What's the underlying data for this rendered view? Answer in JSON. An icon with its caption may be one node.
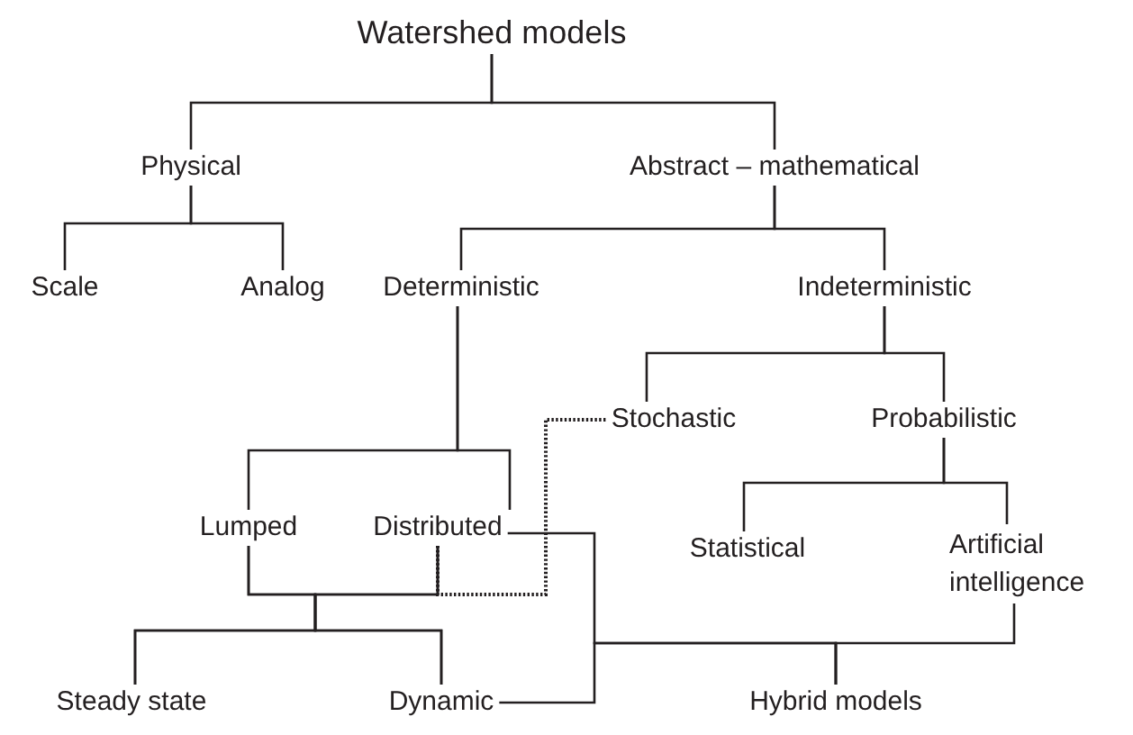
{
  "diagram": {
    "nodes": [
      {
        "text": [
          "Watershed models"
        ]
      },
      {
        "text": [
          "Physical"
        ]
      },
      {
        "text": [
          "Abstract – mathematical"
        ]
      },
      {
        "text": [
          "Scale"
        ]
      },
      {
        "text": [
          "Analog"
        ]
      },
      {
        "text": [
          "Deterministic"
        ]
      },
      {
        "text": [
          "Indeterministic"
        ]
      },
      {
        "text": [
          "Stochastic"
        ]
      },
      {
        "text": [
          "Probabilistic"
        ]
      },
      {
        "text": [
          "Lumped"
        ]
      },
      {
        "text": [
          "Distributed"
        ]
      },
      {
        "text": [
          "Statistical"
        ]
      },
      {
        "text": [
          "Artificial intelligence"
        ]
      },
      {
        "text": [
          "Steady state"
        ]
      },
      {
        "text": [
          "Dynamic"
        ]
      },
      {
        "text": [
          "Hybrid models"
        ]
      }
    ],
    "edges": [
      {
        "from": 0,
        "to": 1,
        "arrow": "none"
      },
      {
        "from": 0,
        "to": 2,
        "arrow": "none"
      },
      {
        "from": 1,
        "to": 3,
        "arrow": "none"
      },
      {
        "from": 1,
        "to": 4,
        "arrow": "none"
      },
      {
        "from": 2,
        "to": 5,
        "arrow": "none"
      },
      {
        "from": 2,
        "to": 6,
        "arrow": "none"
      },
      {
        "from": 5,
        "to": 9,
        "arrow": "none"
      },
      {
        "from": 5,
        "to": 10,
        "arrow": "none"
      },
      {
        "from": 6,
        "to": 7,
        "arrow": "none"
      },
      {
        "from": 6,
        "to": 8,
        "arrow": "none"
      },
      {
        "from": 8,
        "to": 11,
        "arrow": "none"
      },
      {
        "from": 8,
        "to": 12,
        "arrow": "none"
      },
      {
        "from": 9,
        "to": 13,
        "arrow": "none"
      },
      {
        "from": 9,
        "to": 14,
        "arrow": "none"
      },
      {
        "from": 10,
        "to": 13,
        "arrow": "none"
      },
      {
        "from": 10,
        "to": 14,
        "arrow": "none"
      },
      {
        "from": 10,
        "to": 7,
        "arrow": "none",
        "style": "dashed"
      },
      {
        "from": 10,
        "to": 15,
        "arrow": "none"
      },
      {
        "from": 14,
        "to": 15,
        "arrow": "none"
      },
      {
        "from": 12,
        "to": 15,
        "arrow": "none"
      }
    ]
  }
}
